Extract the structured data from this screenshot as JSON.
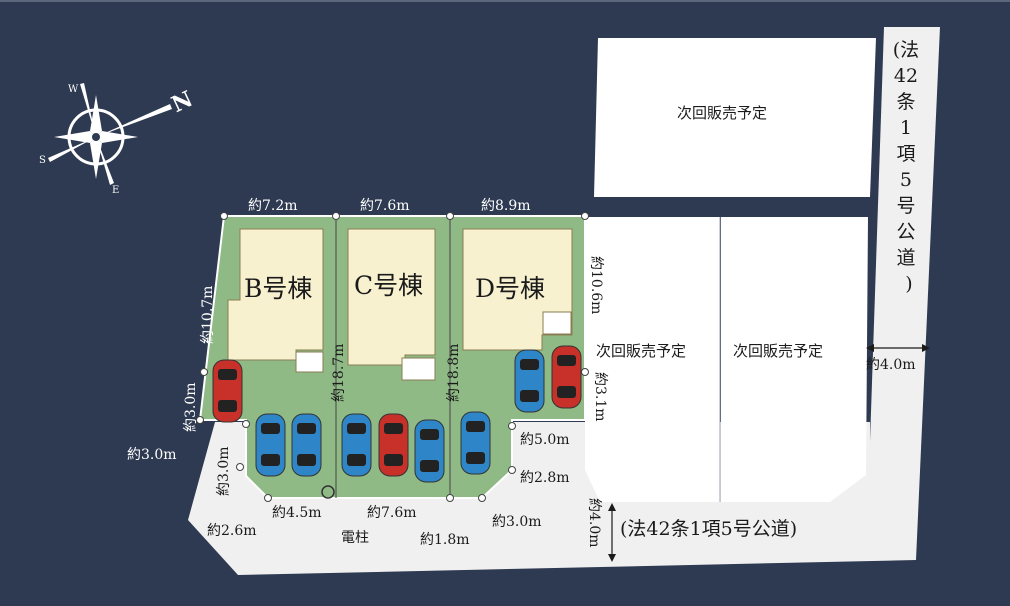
{
  "compass": {
    "n": "N",
    "e": "E",
    "s": "S",
    "w": "W"
  },
  "buildings": {
    "b": "B号棟",
    "c": "C号棟",
    "d": "D号棟"
  },
  "next_sale": "次回販売予定",
  "roads": {
    "right_lines": [
      "(法",
      "42",
      "条",
      "1",
      "項",
      "5",
      "号",
      "公",
      "道",
      ")"
    ],
    "bottom": "(法42条1項5号公道)"
  },
  "dims": {
    "top_b": "約7.2m",
    "top_c": "約7.6m",
    "top_d": "約8.9m",
    "left_b": "約10.7m",
    "left_park": "約3.0m",
    "left_outside": "約3.0m",
    "left_chamfer": "約3.0m",
    "bottom_left": "約2.6m",
    "bottom_a": "約4.5m",
    "bottom_c": "約7.6m",
    "bottom_d": "約1.8m",
    "bottom_right": "約3.0m",
    "chamfer_right": "約2.8m",
    "notch_w": "約5.0m",
    "right_park": "約3.1m",
    "right_d": "約10.6m",
    "b_c_line": "約18.7m",
    "c_d_line": "約18.8m",
    "road_right": "約4.0m",
    "road_bottom": "約4.0m",
    "pole": "電柱"
  },
  "cars": [
    {
      "color": "#c8302a"
    },
    {
      "color": "#c8302a"
    },
    {
      "color": "#2e86c8"
    },
    {
      "color": "#2e86c8"
    },
    {
      "color": "#2e86c8"
    },
    {
      "color": "#2e86c8"
    },
    {
      "color": "#c8302a"
    },
    {
      "color": "#2e86c8"
    },
    {
      "color": "#2e86c8"
    }
  ],
  "colors": {
    "background": "#2e3a51",
    "lot": "#8fba85",
    "road": "#f0f0f0",
    "house": "#f8f1d0"
  }
}
